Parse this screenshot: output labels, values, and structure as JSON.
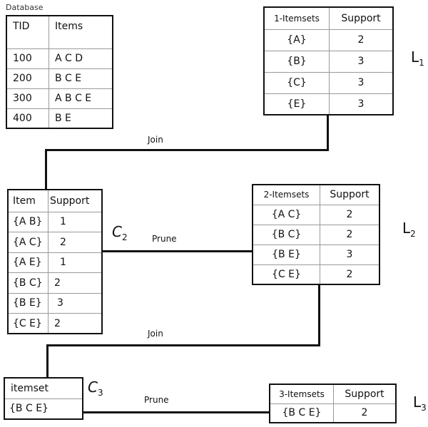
{
  "database": {
    "caption": "Database",
    "headers": [
      "TID",
      "Items"
    ],
    "rows": [
      [
        "100",
        "A C D"
      ],
      [
        "200",
        "B C E"
      ],
      [
        "300",
        "A B C E"
      ],
      [
        "400",
        "B E"
      ]
    ]
  },
  "l1": {
    "label": "L",
    "label_sub": "1",
    "headers": [
      "1-Itemsets",
      "Support"
    ],
    "rows": [
      [
        "{A}",
        "2"
      ],
      [
        "{B}",
        "3"
      ],
      [
        "{C}",
        "3"
      ],
      [
        "{E}",
        "3"
      ]
    ]
  },
  "c2": {
    "label": "C",
    "label_sub": "2",
    "headers": [
      "Item",
      "Support"
    ],
    "rows": [
      [
        "{A B}",
        "1"
      ],
      [
        "{A C}",
        "2"
      ],
      [
        "{A E}",
        "1"
      ],
      [
        "{B C}",
        "2"
      ],
      [
        "{B E}",
        "3"
      ],
      [
        "{C E}",
        "2"
      ]
    ]
  },
  "l2": {
    "label": "L",
    "label_sub": "2",
    "headers": [
      "2-Itemsets",
      "Support"
    ],
    "rows": [
      [
        "{A C}",
        "2"
      ],
      [
        "{B C}",
        "2"
      ],
      [
        "{B E}",
        "3"
      ],
      [
        "{C E}",
        "2"
      ]
    ]
  },
  "c3": {
    "label": "C",
    "label_sub": "3",
    "headers": [
      "itemset"
    ],
    "rows": [
      [
        "{B C E}"
      ]
    ]
  },
  "l3": {
    "label": "L",
    "label_sub": "3",
    "headers": [
      "3-Itemsets",
      "Support"
    ],
    "rows": [
      [
        "{B C E}",
        "2"
      ]
    ]
  },
  "edges": {
    "join1": "Join",
    "prune1": "Prune",
    "join2": "Join",
    "prune2": "Prune"
  }
}
